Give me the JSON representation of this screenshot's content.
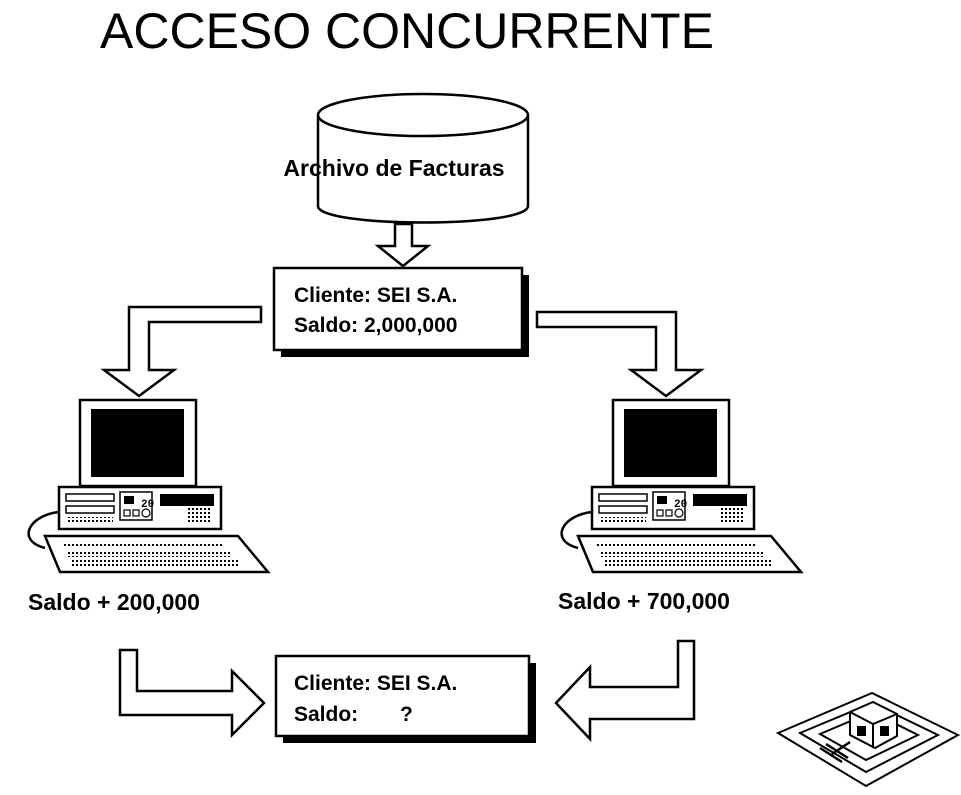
{
  "title": "ACCESO CONCURRENTE",
  "database_label": "Archivo de Facturas",
  "top_record": {
    "line1": "Cliente: SEI S.A.",
    "line2": "Saldo: 2,000,000"
  },
  "left_update": "Saldo + 200,000",
  "right_update": "Saldo + 700,000",
  "bottom_record": {
    "line1": "Cliente: SEI S.A.",
    "line2_label": "Saldo:",
    "line2_value": "?"
  }
}
